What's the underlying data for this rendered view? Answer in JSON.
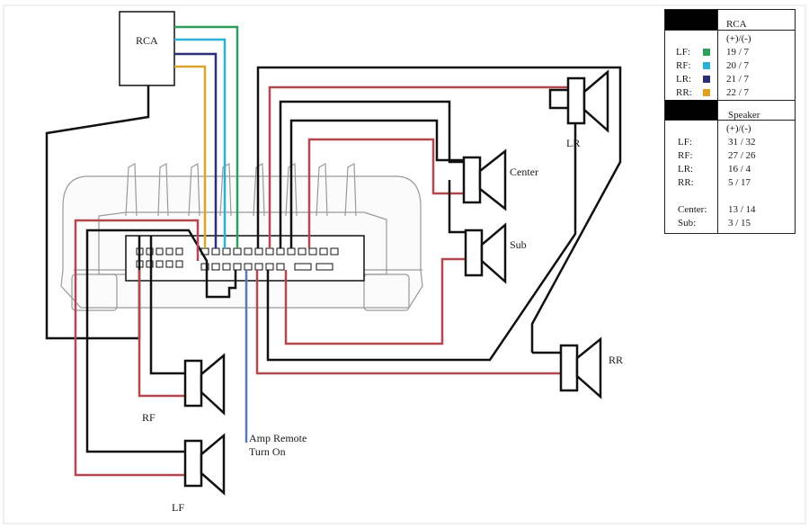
{
  "labels": {
    "rca_box": "RCA",
    "center": "Center",
    "sub": "Sub",
    "lr": "LR",
    "rr": "RR",
    "rf": "RF",
    "lf": "LF",
    "amp_remote_line1": "Amp Remote",
    "amp_remote_line2": "Turn On"
  },
  "legend": {
    "rca_title": "RCA",
    "rca_polarity": "(+)/(-)",
    "rca_rows": [
      {
        "name": "LF:",
        "pins": "19 / 7",
        "color": "#2e9e5b"
      },
      {
        "name": "RF:",
        "pins": "20 / 7",
        "color": "#2bb0d6"
      },
      {
        "name": "LR:",
        "pins": "21 / 7",
        "color": "#2a2f7a"
      },
      {
        "name": "RR:",
        "pins": "22 / 7",
        "color": "#e0a020"
      }
    ],
    "speaker_title": "Speaker",
    "speaker_polarity": "(+)/(-)",
    "speaker_rows": [
      {
        "name": "LF:",
        "pins": "31 / 32"
      },
      {
        "name": "RF:",
        "pins": "27 / 26"
      },
      {
        "name": "LR:",
        "pins": "16 / 4"
      },
      {
        "name": "RR:",
        "pins": "5 / 17"
      },
      {
        "name": "Center:",
        "pins": "13 / 14"
      },
      {
        "name": "Sub:",
        "pins": "3 / 15"
      }
    ]
  },
  "colors": {
    "wire_black": "#111111",
    "wire_red": "#b5474f",
    "wire_blue": "#5a78b8",
    "wire_green": "#2e9e5b",
    "wire_cyan": "#2bb0d6",
    "wire_navy": "#2a2f7a",
    "wire_gold": "#d9a52a",
    "outline_gray": "#9a9a9a"
  }
}
